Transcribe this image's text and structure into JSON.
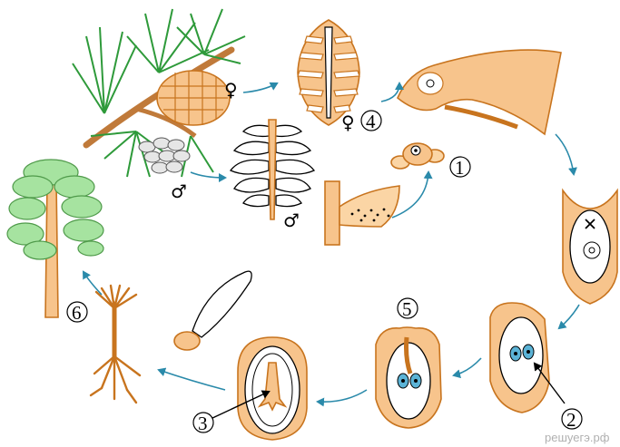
{
  "labels": {
    "n1": "1",
    "n2": "2",
    "n3": "3",
    "n4": "4",
    "n5": "5",
    "n6": "6",
    "female_symbol_1": "♀",
    "female_symbol_2": "♀",
    "male_symbol_1": "♂",
    "male_symbol_2": "♂"
  },
  "watermark": "решуегэ.рф",
  "colors": {
    "tissue": "#f7c48c",
    "outline": "#c8741e",
    "arrow": "#2a8aaa",
    "foliage": "#a6e3a0",
    "needles": "#2e9a3a",
    "nucleus": "#5bb3d6"
  }
}
